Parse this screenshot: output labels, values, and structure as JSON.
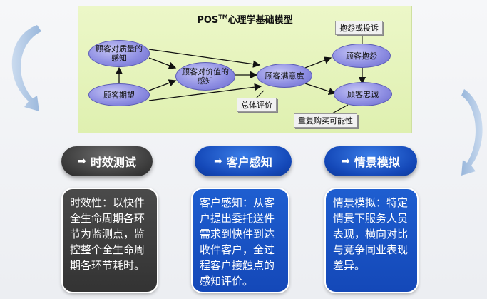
{
  "diagram": {
    "title_main": "POS",
    "title_sup": "TM",
    "title_rest": "心理学基础模型",
    "nodes": {
      "perceived_quality": "顾客对质量的感知",
      "expectation": "顾客期望",
      "perceived_value": "顾客对价值的感知",
      "satisfaction": "顾客满意度",
      "complaint": "顾客抱怨",
      "loyalty": "顾客忠诚"
    },
    "labels": {
      "complaint_or_appeal": "抱怨或投诉",
      "overall_evaluation": "总体评价",
      "repurchase": "重复购买可能性"
    }
  },
  "sections": [
    {
      "title": "时效测试",
      "body": "时效性：以快件全生命周期各环节为监测点，监控整个全生命周期各环节耗时。",
      "color": "#3c3c3c"
    },
    {
      "title": "客户感知",
      "body": "客户感知：从客户提出委托送件需求到快件到达收件客户，全过程客户接触点的感知评价。",
      "color": "#1448b8"
    },
    {
      "title": "情景模拟",
      "body": "情景模拟：特定情景下服务人员表现，横向对比与竞争同业表现差异。",
      "color": "#1448b8"
    }
  ],
  "icons": {
    "pill_icon": "arrow-right-icon",
    "side_left": "curved-arrow-left-icon",
    "side_right": "curved-arrow-right-icon"
  },
  "colors": {
    "panel_bg": "#e4f3b9",
    "node_fill": "#8f8fe3",
    "dark_pill": "#3c3c3c",
    "blue_pill": "#1448b8"
  }
}
